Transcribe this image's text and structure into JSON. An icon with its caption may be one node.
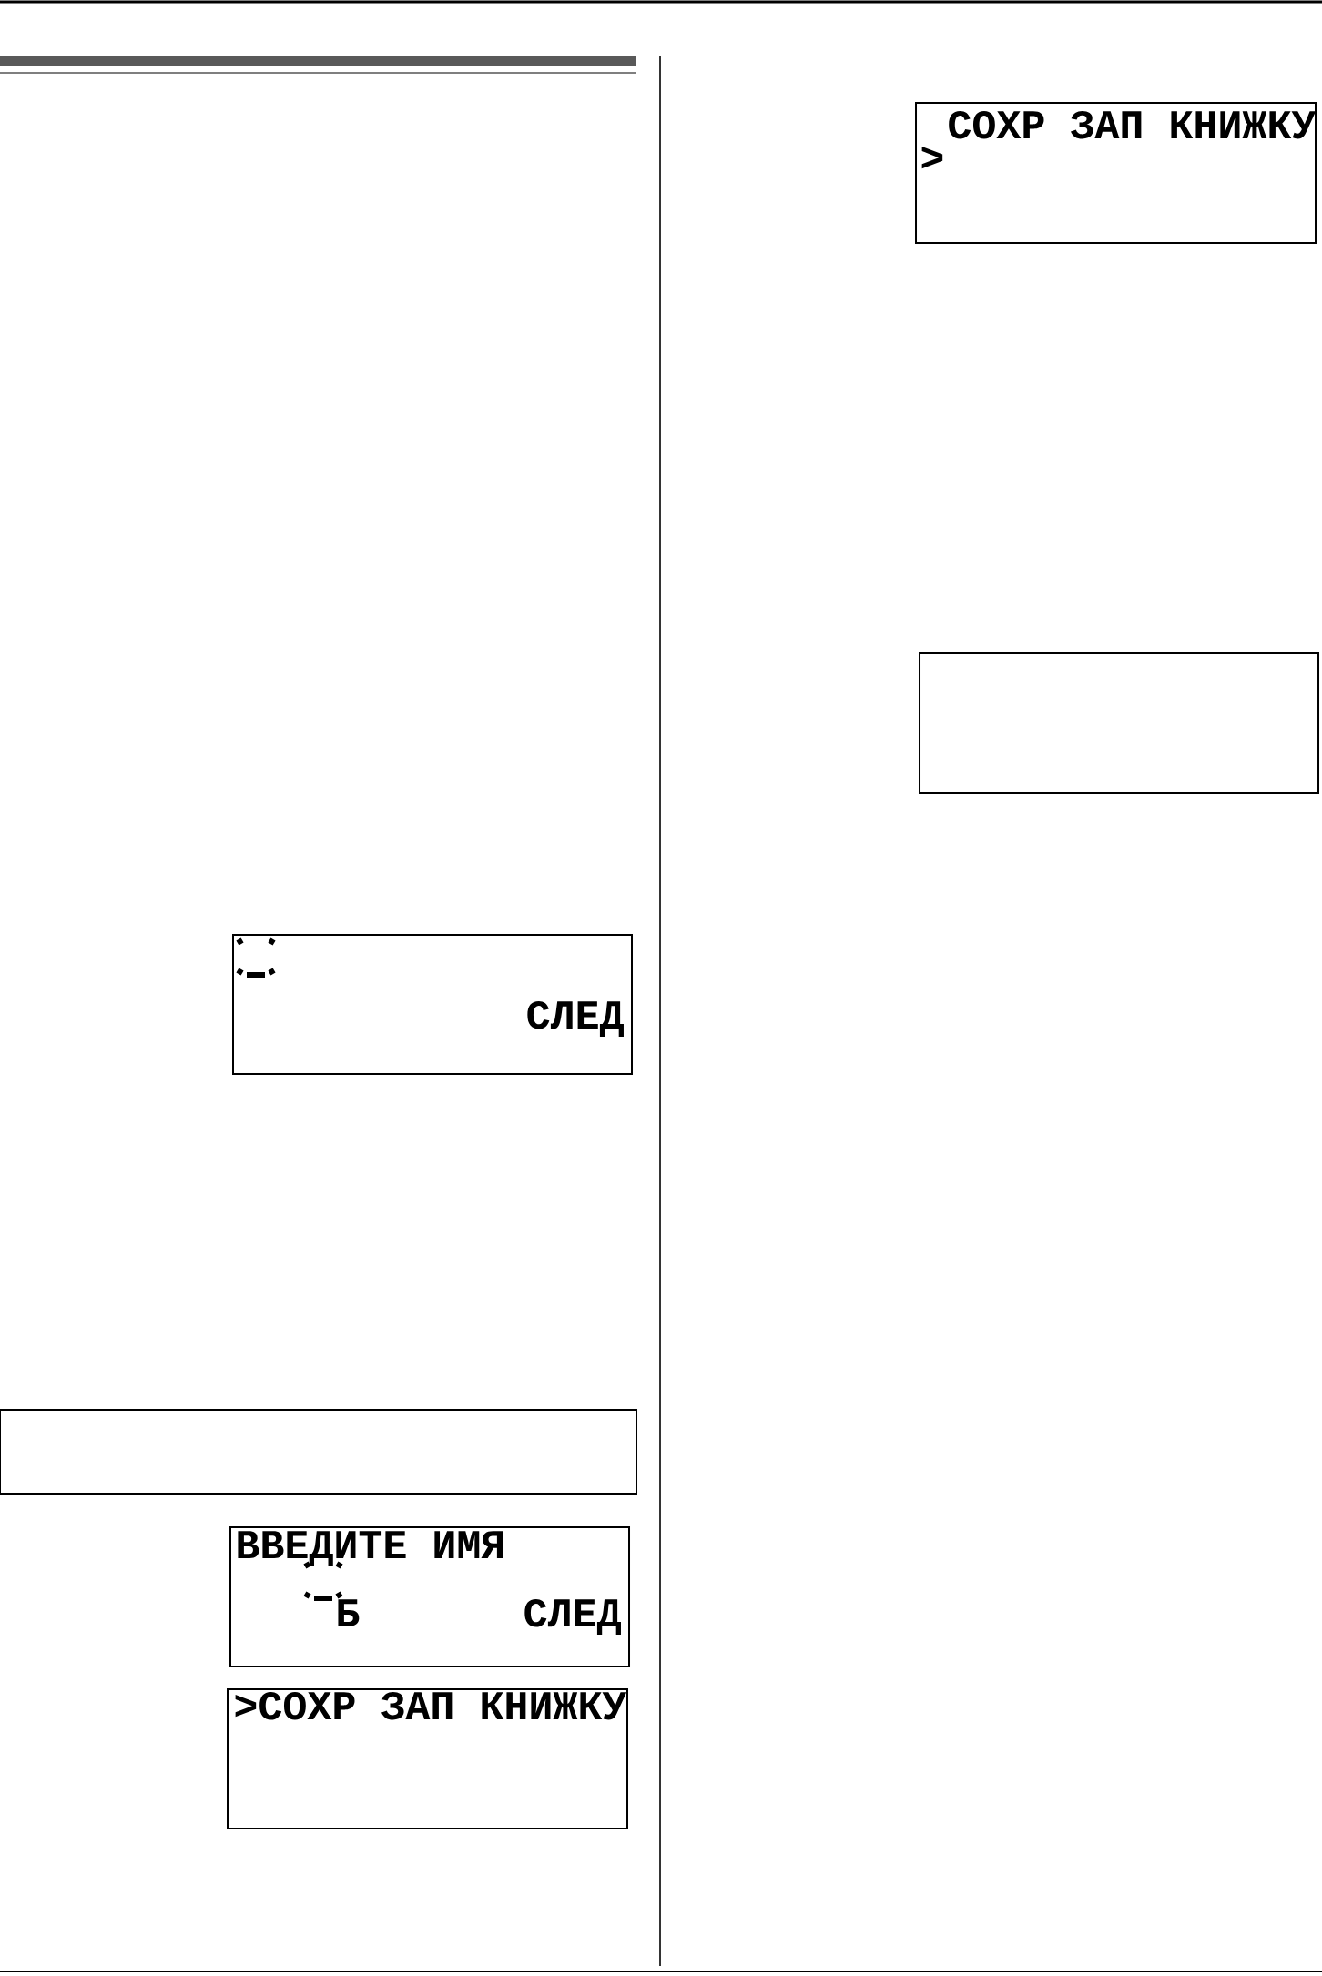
{
  "diagram": {
    "nodes": [
      {
        "text": [
          "СОХР ЗАП КНИЖКУ",
          ">"
        ]
      },
      {
        "text": [],
        "shape": "box"
      },
      {
        "text": [
          "СЛЕД"
        ]
      },
      {
        "text": [],
        "shape": "box"
      },
      {
        "text": [
          "ВВЕДИТЕ ИМЯ",
          "Б",
          "СЛЕД"
        ]
      },
      {
        "text": [
          ">СОХР ЗАП КНИЖКУ"
        ]
      }
    ]
  }
}
